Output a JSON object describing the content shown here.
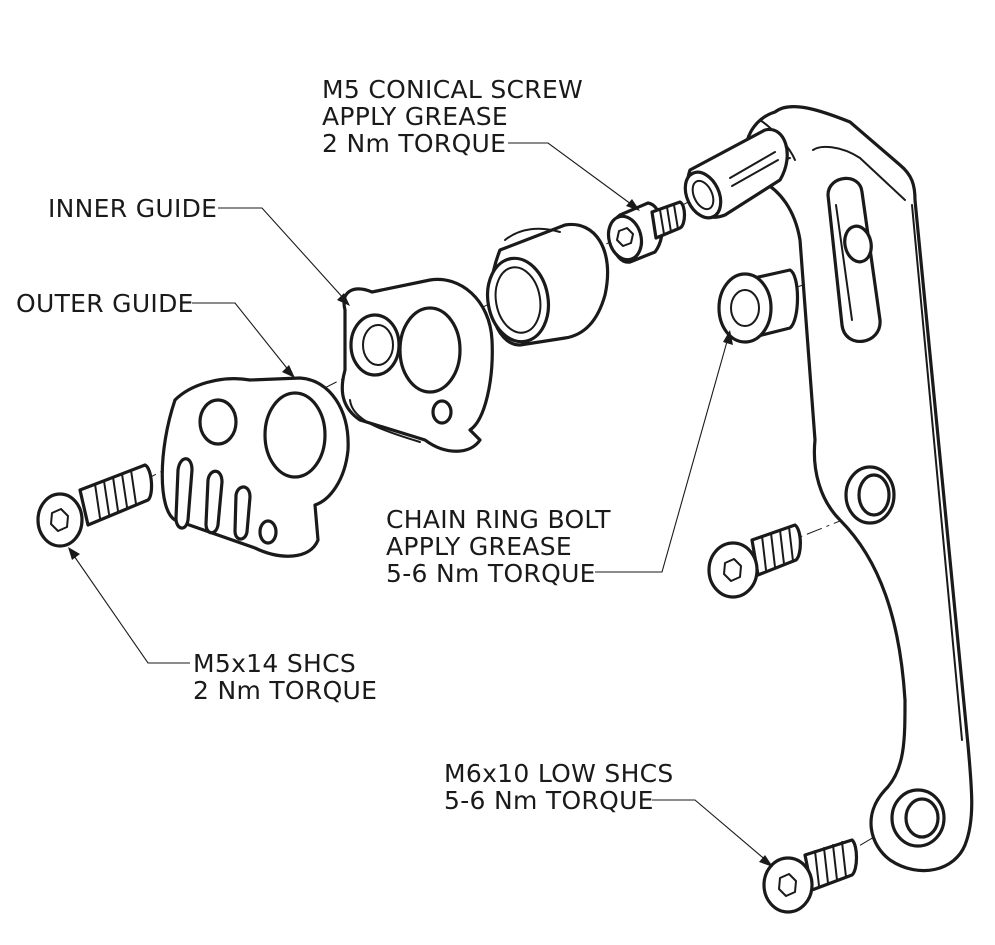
{
  "callouts": {
    "conical_screw": [
      "M5 CONICAL SCREW",
      "APPLY GREASE",
      "2 Nm TORQUE"
    ],
    "inner_guide": [
      "INNER GUIDE"
    ],
    "outer_guide": [
      "OUTER GUIDE"
    ],
    "chain_ring_bolt": [
      "CHAIN RING BOLT",
      "APPLY GREASE",
      "5-6 Nm TORQUE"
    ],
    "m5x14_shcs": [
      "M5x14 SHCS",
      "2 Nm TORQUE"
    ],
    "m6x10_low_shcs": [
      "M6x10 LOW SHCS",
      "5-6 Nm TORQUE"
    ]
  }
}
